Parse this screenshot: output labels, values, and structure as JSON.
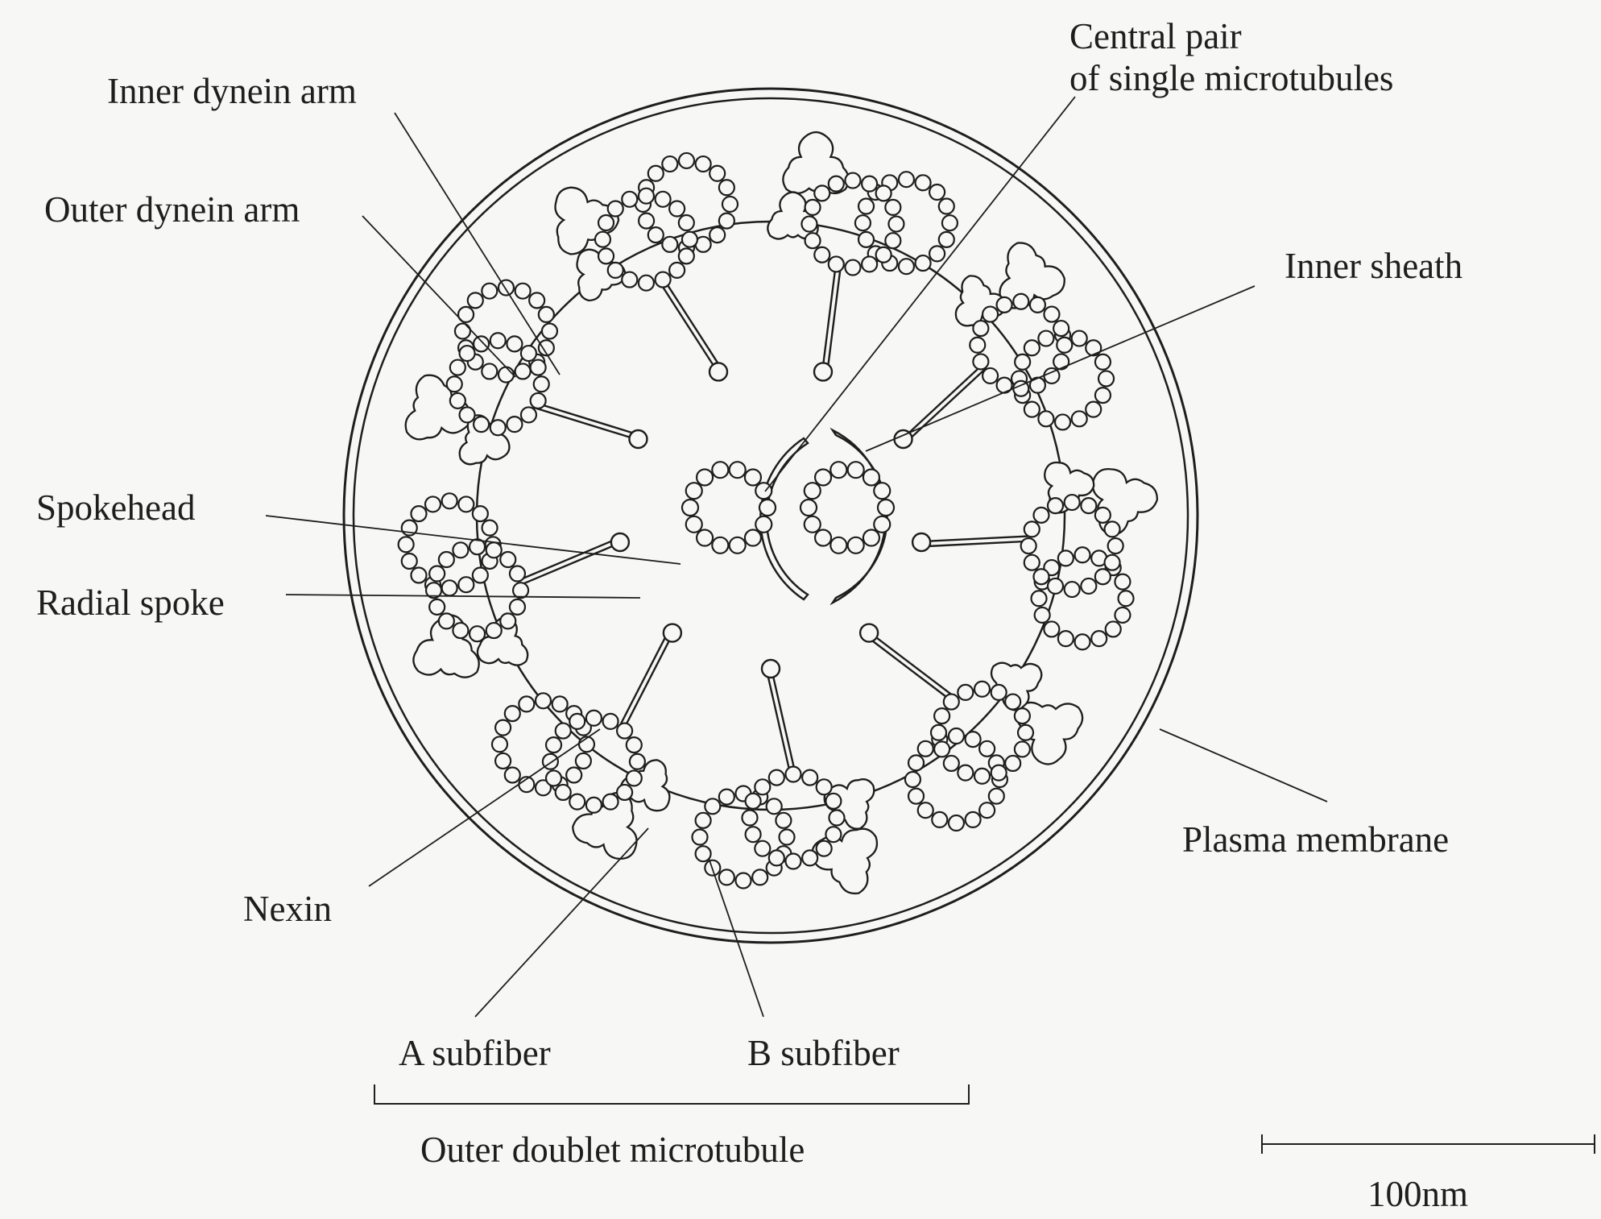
{
  "labels": {
    "inner_dynein_arm": "Inner dynein arm",
    "outer_dynein_arm": "Outer dynein arm",
    "central_pair_line1": "Central pair",
    "central_pair_line2": "of single microtubules",
    "inner_sheath": "Inner sheath",
    "spokehead": "Spokehead",
    "radial_spoke": "Radial spoke",
    "plasma_membrane": "Plasma membrane",
    "nexin": "Nexin",
    "a_subfiber": "A subfiber",
    "b_subfiber": "B subfiber",
    "outer_doublet_microtubule": "Outer doublet microtubule",
    "scale_bar": "100nm"
  },
  "colors": {
    "ink": "#1e1e1e",
    "paper": "#f7f7f6"
  }
}
